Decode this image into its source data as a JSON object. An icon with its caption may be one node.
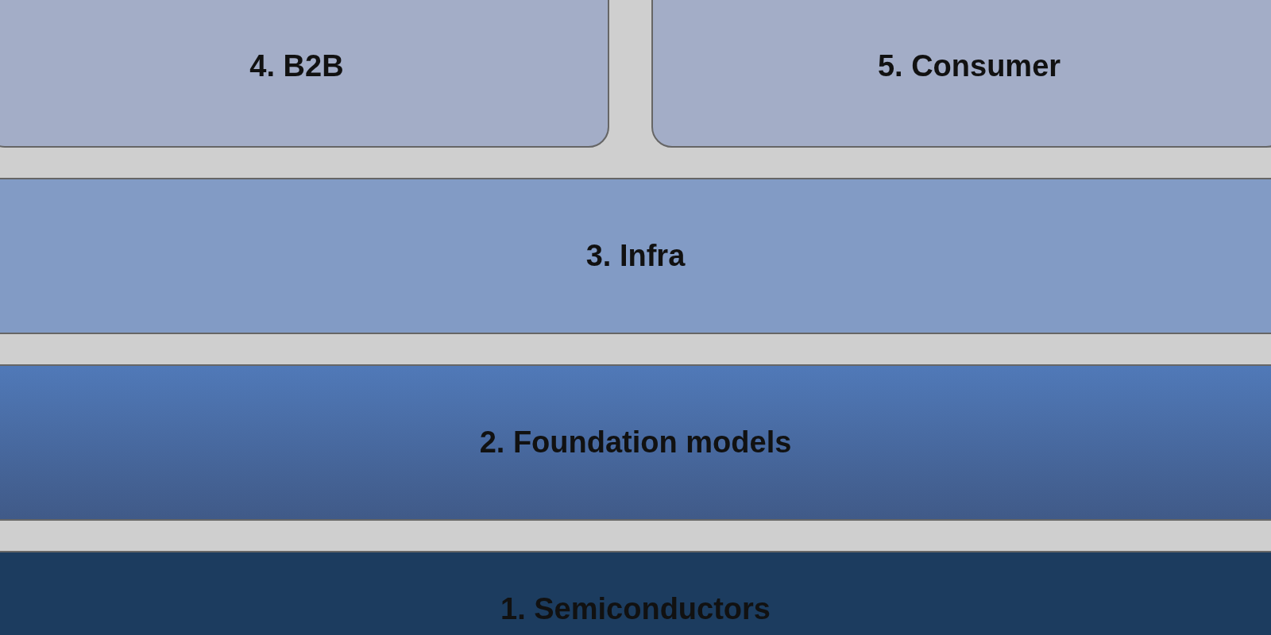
{
  "diagram": {
    "nodes": [
      {
        "text": [
          "4. B2B"
        ]
      },
      {
        "text": [
          "5. Consumer"
        ]
      },
      {
        "text": [
          "3. Infra"
        ]
      },
      {
        "text": [
          "2. Foundation models"
        ]
      },
      {
        "text": [
          "1. Semiconductors"
        ]
      }
    ],
    "edges": []
  }
}
